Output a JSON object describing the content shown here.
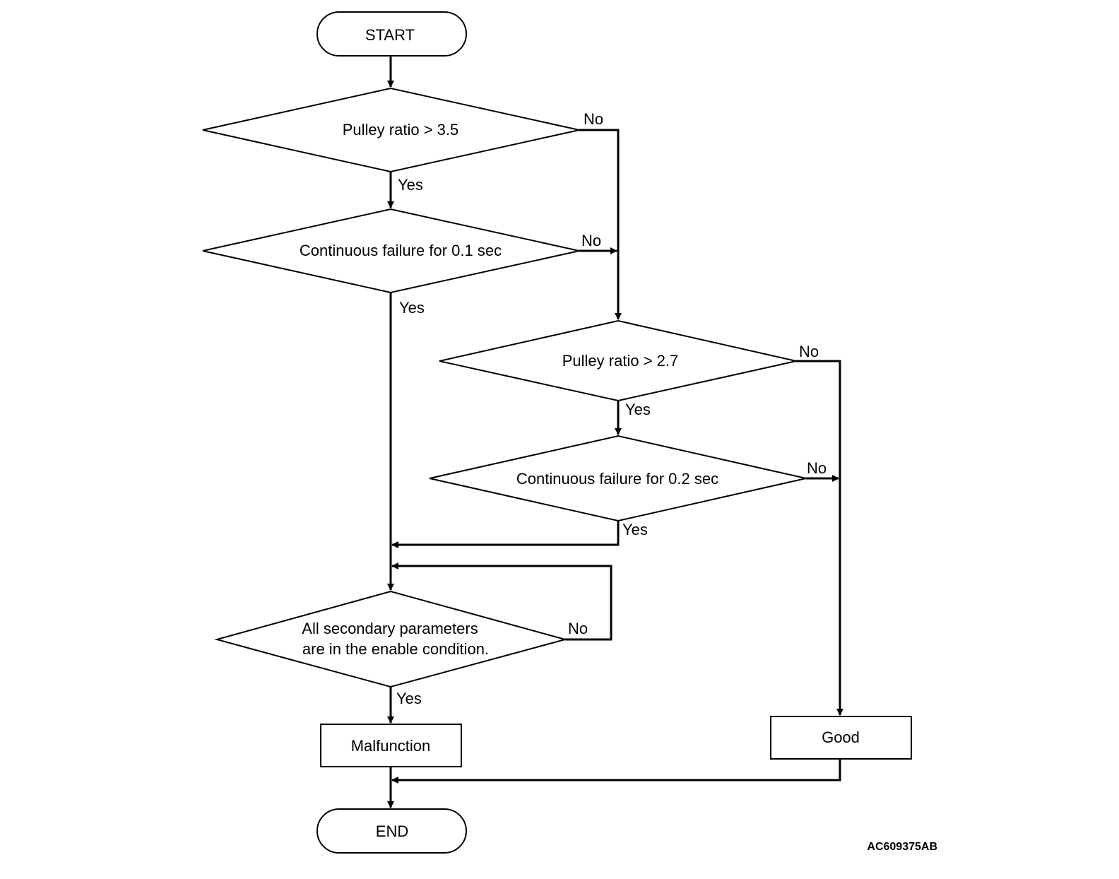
{
  "diagram": {
    "figure_code": "AC609375AB",
    "nodes": {
      "start": "START",
      "decision_pulley_3_5": "Pulley ratio > 3.5",
      "decision_failure_0_1": "Continuous failure for 0.1 sec",
      "decision_pulley_2_7": "Pulley ratio > 2.7",
      "decision_failure_0_2": "Continuous failure for 0.2 sec",
      "decision_secondary_line1": "All secondary parameters",
      "decision_secondary_line2": "are in the enable condition.",
      "malfunction": "Malfunction",
      "good": "Good",
      "end": "END"
    },
    "edge_labels": {
      "yes": "Yes",
      "no": "No"
    },
    "colors": {
      "stroke": "#000000",
      "background": "#ffffff"
    }
  }
}
